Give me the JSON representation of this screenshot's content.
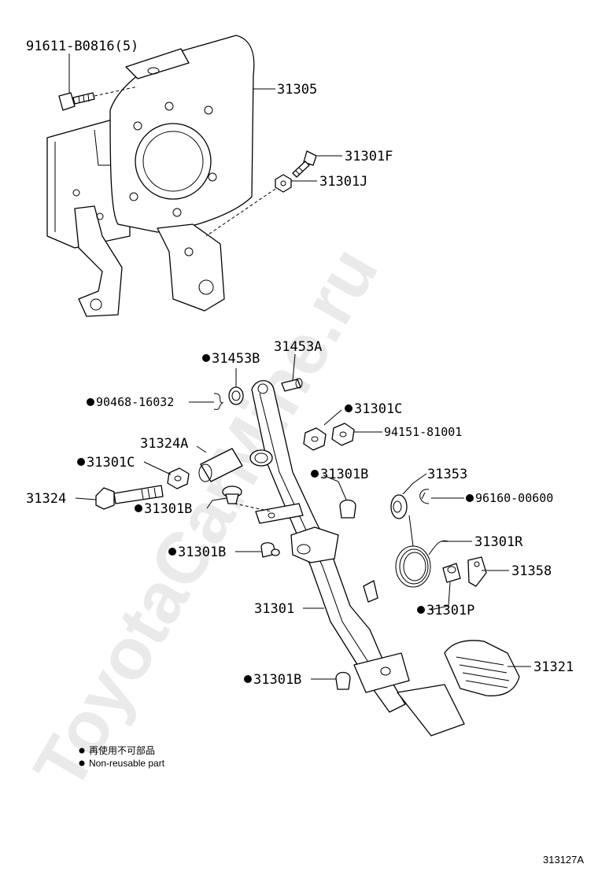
{
  "watermark": "ToyotaCarMine.ru",
  "diagram_code": "313127A",
  "legend": {
    "jp": "再使用不可部品",
    "en": "Non-reusable part"
  },
  "labels": {
    "bolt_top": "91611-B0816(5)",
    "bracket": "31305",
    "bolt_f": "31301F",
    "nut_j": "31301J",
    "pin_a": "31453A",
    "bushing_b": "31453B",
    "clip": "90468-16032",
    "nut_c_right": "31301C",
    "nut_941": "94151-81001",
    "collar_a": "31324A",
    "nut_c_left": "31301C",
    "bolt_31324": "31324",
    "stopper_b_upper": "31301B",
    "stopper_b_right": "31301B",
    "cushion_b_left": "31301B",
    "pedal_arm": "31301",
    "stopper_b_lower": "31301B",
    "bushing_31353": "31353",
    "clip_961": "96160-00600",
    "spring_r": "31301R",
    "switch_bracket": "31358",
    "retainer_p": "31301P",
    "pedal_pad": "31321"
  }
}
